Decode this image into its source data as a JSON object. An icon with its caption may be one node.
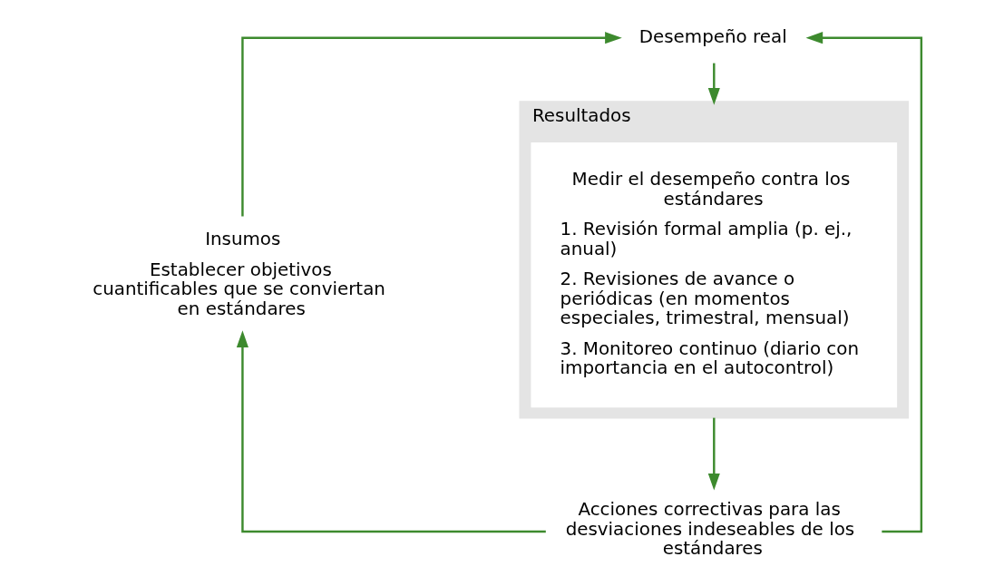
{
  "diagram": {
    "nodes": [
      {
        "text": [
          "Desempeño real"
        ]
      },
      {
        "text": [
          "Resultados"
        ]
      },
      {
        "text": [
          "Medir el desempeño contra los estándares",
          "1. Revisión formal amplia (p. ej., anual)",
          "2. Revisiones de avance o periódicas (en momentos especiales, trimestral, mensual)",
          "3. Monitoreo continuo (diario con importancia en el autocontrol)"
        ],
        "in": 1
      },
      {
        "text": [
          "Acciones correctivas para las desviaciones indeseables de los estándares"
        ]
      },
      {
        "text": [
          "Insumos",
          "Establecer objetivos cuantificables que se conviertan en estándares"
        ]
      }
    ],
    "edges": [
      {
        "from": 4,
        "to": 0,
        "arrow": "to"
      },
      {
        "from": 0,
        "to": 1,
        "arrow": "to"
      },
      {
        "from": 1,
        "to": 3,
        "arrow": "to"
      },
      {
        "from": 3,
        "to": 4,
        "arrow": "to"
      },
      {
        "from": 3,
        "to": 0,
        "arrow": "to"
      }
    ]
  }
}
